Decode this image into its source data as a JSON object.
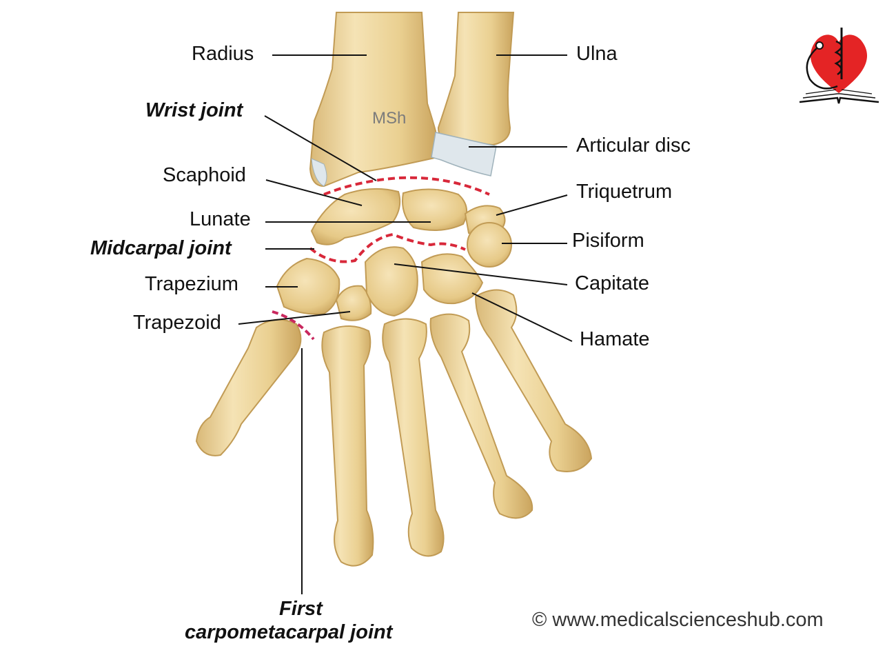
{
  "labels": {
    "radius": "Radius",
    "ulna": "Ulna",
    "wrist_joint": "Wrist joint",
    "articular_disc": "Articular disc",
    "scaphoid": "Scaphoid",
    "triquetrum": "Triquetrum",
    "lunate": "Lunate",
    "pisiform": "Pisiform",
    "midcarpal_joint": "Midcarpal joint",
    "trapezium": "Trapezium",
    "capitate": "Capitate",
    "trapezoid": "Trapezoid",
    "hamate": "Hamate",
    "first_cmc_line1": "First",
    "first_cmc_line2": "carpometacarpal joint"
  },
  "watermark": "MSh",
  "copyright": "© www.medicalscienceshub.com",
  "colors": {
    "bone_fill": "#ecd29a",
    "bone_light": "#f6e6bf",
    "bone_edge": "#c7a45c",
    "cartilage": "#d8e2e6",
    "joint_line": "#d8283a",
    "leader": "#111111",
    "logo_heart": "#e42425"
  }
}
